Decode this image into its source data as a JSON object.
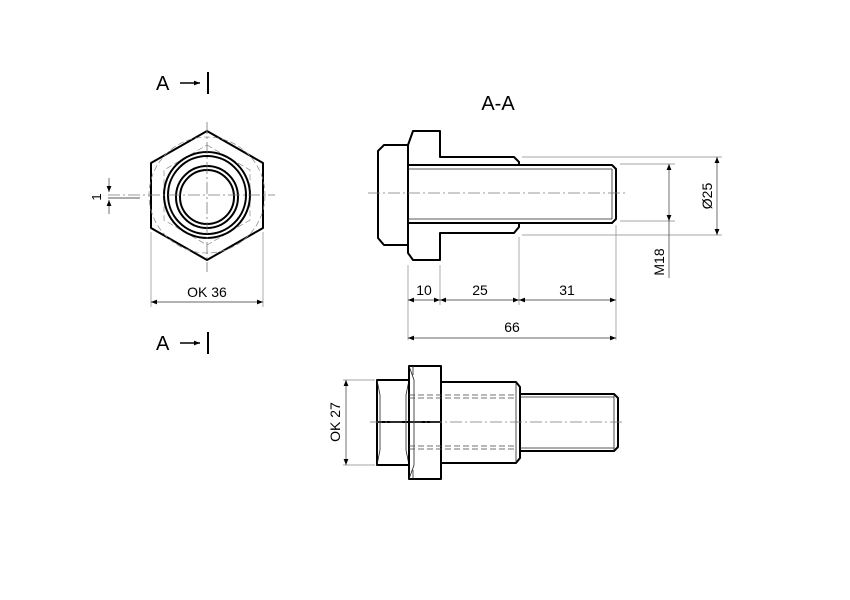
{
  "drawing": {
    "section_markers": [
      {
        "label": "A",
        "position": "top"
      },
      {
        "label": "A",
        "position": "bottom"
      }
    ],
    "section_title": "A-A",
    "end_view": {
      "offset_dimension": "1",
      "across_flats": "OK 36"
    },
    "section_view": {
      "dimensions": {
        "seg1": "10",
        "seg2": "25",
        "seg3": "31",
        "total": "66",
        "diameter": "Ø25",
        "thread": "M18"
      }
    },
    "side_view": {
      "across_flats": "OK 27"
    }
  }
}
